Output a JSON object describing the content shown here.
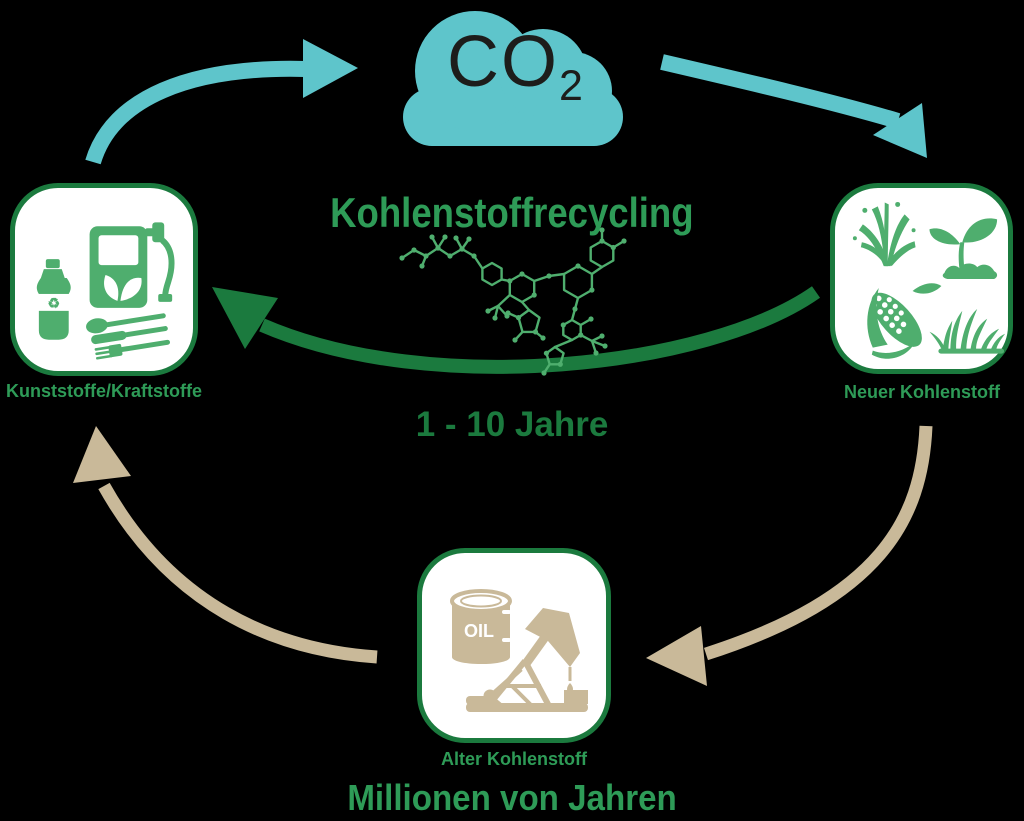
{
  "title": "Kohlenstoffrecycling",
  "cloud": {
    "formula_main": "CO",
    "formula_sub": "2"
  },
  "nodes": {
    "plastics": {
      "label": "Kunststoffe/Kraftstoffe"
    },
    "new_carbon": {
      "label": "Neuer Kohlenstoff"
    },
    "old_carbon": {
      "label": "Alter Kohlenstoff",
      "barrel_label": "OIL"
    }
  },
  "durations": {
    "recycle": "1 - 10 Jahre",
    "fossil": "Millionen von Jahren"
  },
  "recycle_symbol": "♻",
  "icons": {
    "top": "co2-cloud-icon",
    "center": "molecule-icon",
    "plastics": [
      "plastic-bottle-icon",
      "fuel-pump-icon",
      "cutlery-icon"
    ],
    "new_carbon": [
      "fountain-plant-icon",
      "seedling-icon",
      "corn-icon",
      "grass-icon"
    ],
    "old_carbon": [
      "oil-barrel-icon",
      "pumpjack-icon"
    ]
  },
  "colors": {
    "background": "#000000",
    "teal": "#5ec5cb",
    "green": "#2e9b57",
    "dark_green": "#1b7a3e",
    "light_green": "#4fae6e",
    "tan": "#c9b999",
    "formula_text": "#1d1d1b",
    "box_fill": "#ffffff"
  }
}
